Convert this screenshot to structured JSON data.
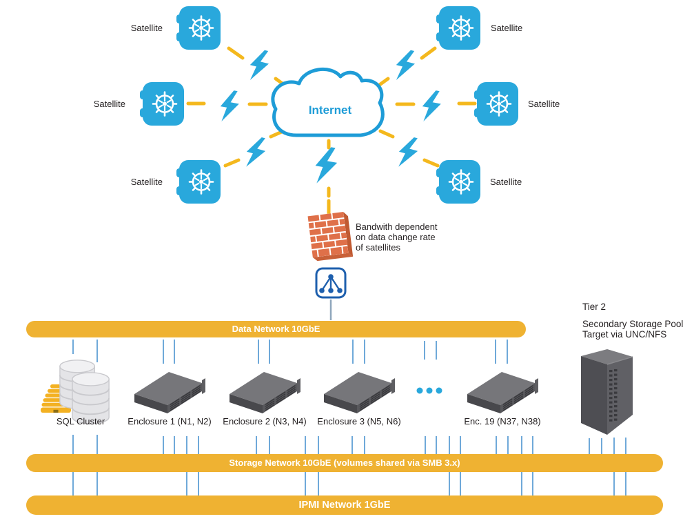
{
  "satellite_label": "Satellite",
  "internet_label": "Internet",
  "firewall_note": "Bandwith dependent\non data change rate\nof satellites",
  "tier2": {
    "title": "Tier 2",
    "subtitle": "Secondary Storage Pool\nTarget via UNC/NFS"
  },
  "network_bars": [
    {
      "label": "Data Network 10GbE"
    },
    {
      "label": "Storage Network 10GbE (volumes shared via SMB 3.x)"
    },
    {
      "label": "IPMI Network 1GbE"
    }
  ],
  "device_labels": [
    {
      "label": "SQL Cluster"
    },
    {
      "label": "Enclosure 1 (N1, N2)"
    },
    {
      "label": "Enclosure 2 (N3, N4)"
    },
    {
      "label": "Enclosure 3 (N5, N6)"
    },
    {
      "label": "Enc. 19 (N37, N38)"
    }
  ],
  "icons": {
    "satellite": "vault-with-helm-wheel",
    "link": "lightning-bolt",
    "internet": "cloud-outline",
    "firewall": "brick-wall",
    "switch": "node-tree-square",
    "sql": "beehive-and-database-stacks",
    "enclosure": "rack-server-3d",
    "tier2_target": "tall-storage-rack",
    "more_enclosures": "ellipsis-dots"
  },
  "colors": {
    "accent_blue": "#29A8DC",
    "switch_blue": "#1E5FAD",
    "bar_yellow": "#EFB232",
    "dash_yellow": "#F4B81D",
    "firewall_orange": "#DF7049",
    "connector_blue": "#6FA9D9",
    "text": "#231F20"
  }
}
